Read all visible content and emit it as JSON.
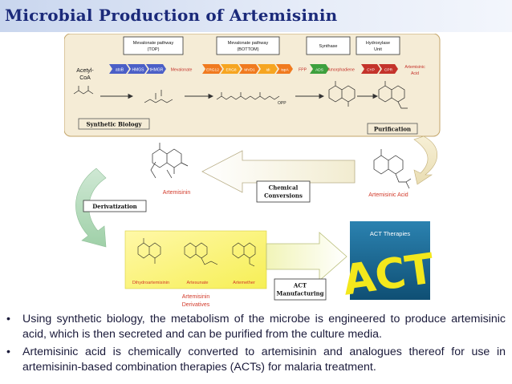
{
  "title": "Microbial Production of Artemisinin",
  "pathway": {
    "acetyl_coa": [
      "Acetyl-",
      "CoA"
    ],
    "mevalonate_top": [
      "Mevalonate pathway",
      "(TOP)"
    ],
    "mevalonate_bottom": [
      "Mevalonate pathway",
      "(BOTTOM)"
    ],
    "synthase": "Synthase",
    "hydroxylase": [
      "Hydroxylase",
      "Unit"
    ],
    "top_enzymes": [
      "atoB",
      "HMGS",
      "tHMGR"
    ],
    "bottom_enzymes": [
      "ERG12",
      "ERG8",
      "MVD1",
      "idi",
      "ispA"
    ],
    "mevalonate": "Mevalonate",
    "fpp": "FPP",
    "ads": "ADS",
    "amorphadiene": "Amorphadiene",
    "p450_enzymes": [
      "CYP",
      "CPR"
    ],
    "artemisinic_acid_top": [
      "Artemisinic",
      "Acid"
    ],
    "opp": "OPP",
    "synthetic_biology": "Synthetic Biology",
    "purification": "Purification"
  },
  "middle": {
    "artemisinin": "Artemisinin",
    "artemisinic_acid": "Artemisinic Acid",
    "chemical_conversions": [
      "Chemical",
      "Conversions"
    ],
    "derivatization": "Derivatization"
  },
  "bottom": {
    "derivatives": [
      "Dihydroartemisinin",
      "Artesunate",
      "Artemether"
    ],
    "artemisinin_derivatives": [
      "Artemisinin",
      "Derivatives"
    ],
    "act_manufacturing": [
      "ACT",
      "Manufacturing"
    ],
    "act_therapies": "ACT Therapies",
    "act_logo": "ACT"
  },
  "bullets": [
    "Using synthetic biology, the metabolism of the microbe is engineered to produce artemisinic acid, which is then secreted and can be purified from the culture media.",
    "Artemisinic acid is chemically converted to artemisinin and analogues thereof for use in artemisinin-based combination therapies (ACTs) for malaria treatment."
  ],
  "colors": {
    "title": "#1b2a7a",
    "top_panel": "#f5ecd6",
    "top_panel_border": "#c3a56a",
    "enzyme_blue": "#4b5fc7",
    "enzyme_orange": "#f07a1f",
    "enzyme_green": "#3da03d",
    "enzyme_red": "#c4332b",
    "label_red": "#d23a2a",
    "act_blue": "#1e6f9a",
    "act_yellow": "#f3e81c"
  }
}
